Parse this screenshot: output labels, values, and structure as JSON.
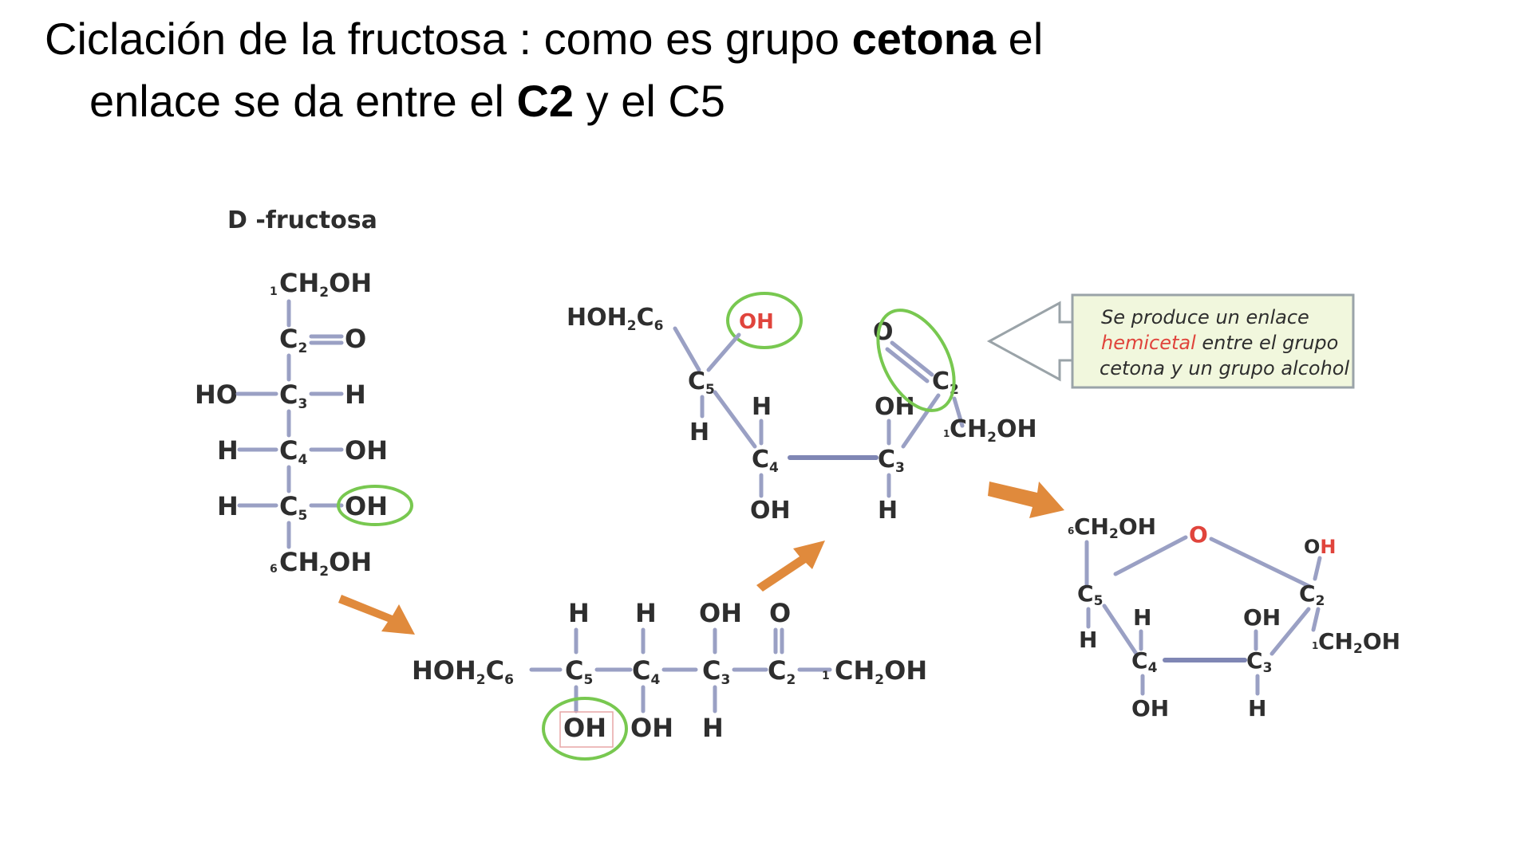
{
  "title": {
    "line1_a": "Ciclación de la fructosa : como es grupo ",
    "line1_bold": "cetona",
    "line1_b": " el",
    "line2_a": "enlace se da entre el ",
    "line2_bold": "C2",
    "line2_b": " y el C5"
  },
  "diagram": {
    "heading": "D -fructosa",
    "callout": {
      "line1": "Se produce un enlace",
      "line2_red": "hemicetal",
      "line2_rest": " entre el grupo",
      "line3": "cetona y un grupo alcohol"
    },
    "colors": {
      "ring": "#78c850",
      "arrow": "#e08a3c",
      "red": "#e0443c",
      "bond": "#9aa0c4"
    }
  }
}
